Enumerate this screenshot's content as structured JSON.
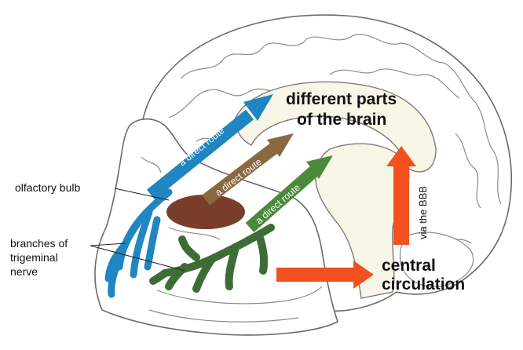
{
  "labels": {
    "target_line1": "different parts",
    "target_line2": "of the brain",
    "olfactory_bulb": "olfactory bulb",
    "trigeminal_line1": "branches of",
    "trigeminal_line2": "trigeminal",
    "trigeminal_line3": "nerve",
    "central_line1": "central",
    "central_line2": "circulation",
    "via_bbb": "via the BBB"
  },
  "routes": [
    {
      "label": "a direct route",
      "color": "#1f86c1"
    },
    {
      "label": "a direct route",
      "color": "#8a6840"
    },
    {
      "label": "a direct route",
      "color": "#4a8a3a"
    }
  ],
  "colors": {
    "outline": "#6a6a6a",
    "cortex_fill": "#ffffff",
    "inner_fill": "#f8f6e6",
    "olfactory_nerve": "#1f86c1",
    "olfactory_bulb": "#7a3d2a",
    "trigeminal_nerve": "#3d6d35",
    "red_arrows": "#f2501e",
    "bbb_arrow": "#f2501e"
  }
}
